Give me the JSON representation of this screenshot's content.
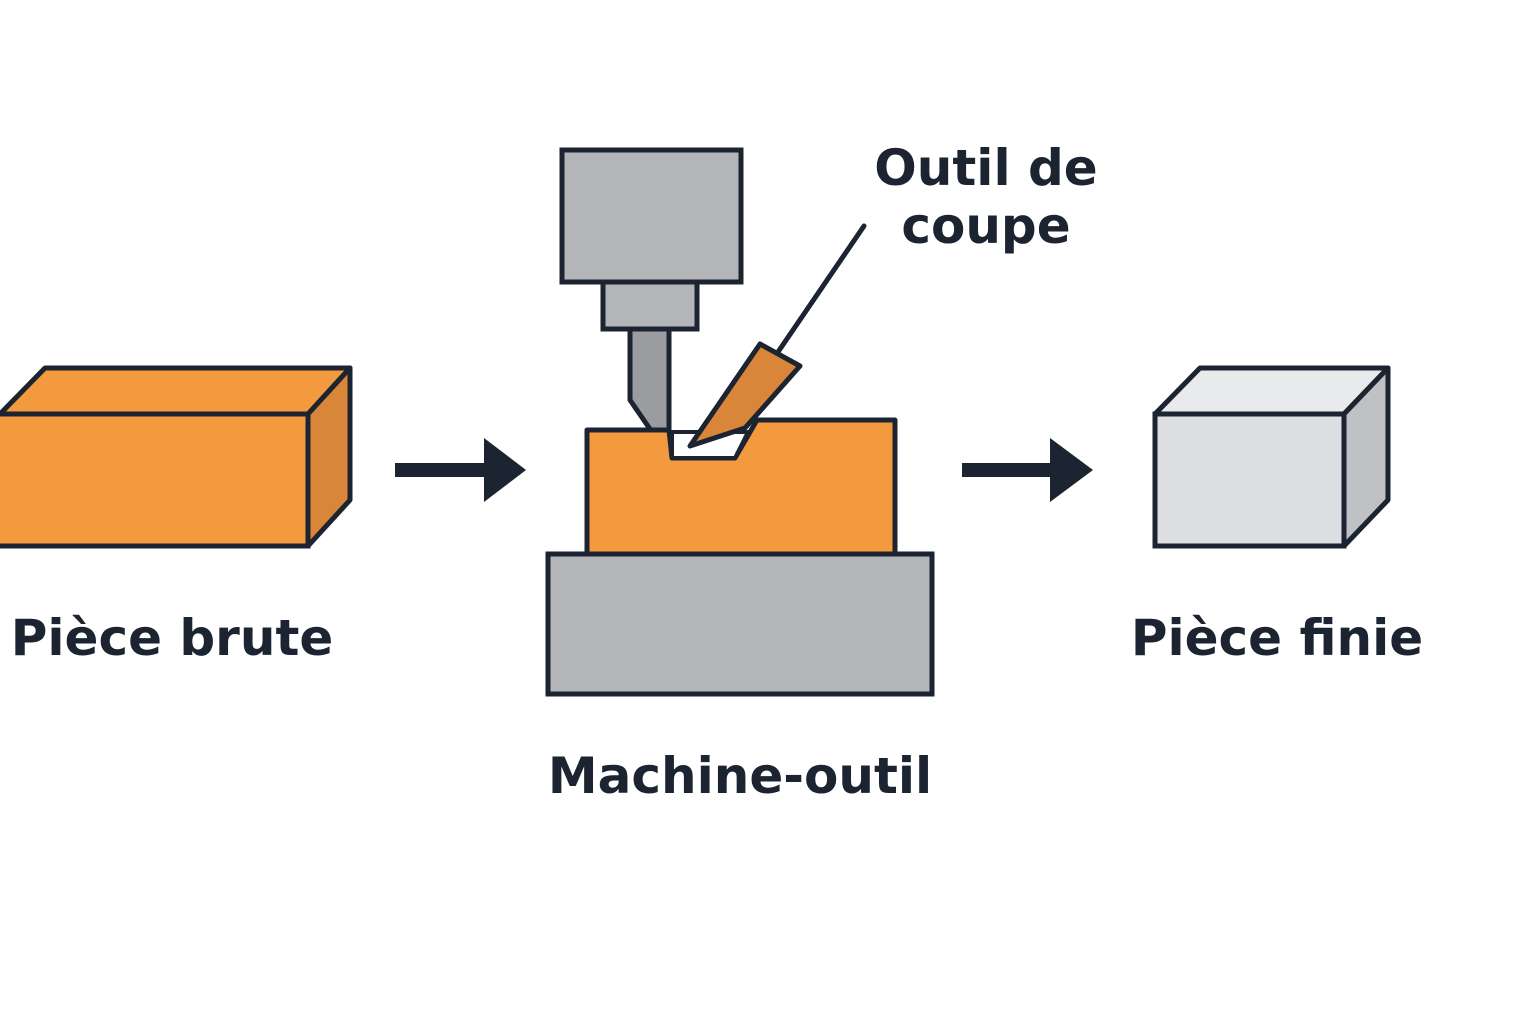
{
  "labels": {
    "raw_part": "Pièce brute",
    "machine_tool": "Machine-outil",
    "finished_part": "Pièce finie",
    "cutting_tool_line1": "Outil de",
    "cutting_tool_line2": "coupe"
  },
  "colors": {
    "outline": "#1b2430",
    "orange_front": "#f39a3e",
    "orange_side": "#d9863a",
    "gray_machine": "#b3b5b8",
    "gray_spindle": "#9a9ca0",
    "gray_light_front": "#dcdee1",
    "gray_light_top": "#e9eaec",
    "gray_light_side": "#bfc1c4"
  }
}
